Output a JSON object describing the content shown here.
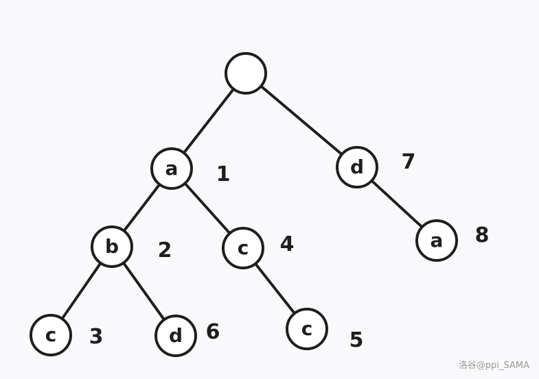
{
  "trie": {
    "nodes": [
      {
        "id": "root",
        "char": "",
        "order": ""
      },
      {
        "id": "n1",
        "char": "a",
        "order": "1"
      },
      {
        "id": "n7",
        "char": "d",
        "order": "7"
      },
      {
        "id": "n2",
        "char": "b",
        "order": "2"
      },
      {
        "id": "n4",
        "char": "c",
        "order": "4"
      },
      {
        "id": "n8",
        "char": "a",
        "order": "8"
      },
      {
        "id": "n3",
        "char": "c",
        "order": "3"
      },
      {
        "id": "n6",
        "char": "d",
        "order": "6"
      },
      {
        "id": "n5",
        "char": "c",
        "order": "5"
      }
    ],
    "edges": [
      [
        "root",
        "n1"
      ],
      [
        "root",
        "n7"
      ],
      [
        "n1",
        "n2"
      ],
      [
        "n1",
        "n4"
      ],
      [
        "n7",
        "n8"
      ],
      [
        "n2",
        "n3"
      ],
      [
        "n2",
        "n6"
      ],
      [
        "n4",
        "n5"
      ]
    ]
  },
  "watermark": "洛谷@ppi_SAMA",
  "colors": {
    "stroke": "#1e1e1e",
    "background": "#f9f9fb"
  }
}
